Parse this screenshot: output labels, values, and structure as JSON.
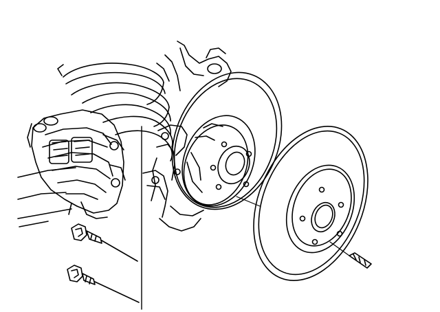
{
  "figure": {
    "kind": "line-art exploded view",
    "background_color": "#ffffff",
    "line_color": "#000000",
    "parts": [
      {
        "name": "coil-spring"
      },
      {
        "name": "shock-absorber"
      },
      {
        "name": "brake-caliper-assembly"
      },
      {
        "name": "hub-and-knuckle"
      },
      {
        "name": "installed-brake-disc"
      },
      {
        "name": "removed-brake-disc"
      },
      {
        "name": "caliper-mounting-bolt-upper"
      },
      {
        "name": "caliper-mounting-bolt-lower"
      },
      {
        "name": "disc-retaining-screw"
      }
    ]
  }
}
